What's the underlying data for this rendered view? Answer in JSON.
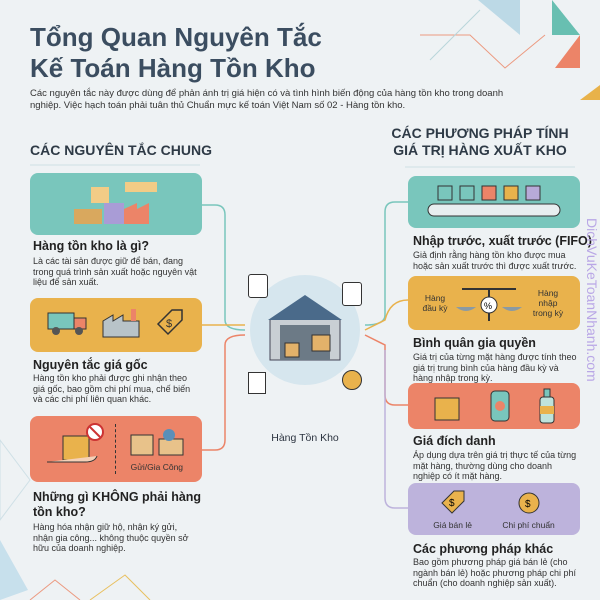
{
  "title_line1": "Tổng Quan Nguyên Tắc",
  "title_line2": "Kế Toán Hàng Tồn Kho",
  "subtitle": "Các nguyên tắc này được dùng để phản ánh trị giá hiện có và tình hình biến động của hàng tồn kho trong doanh nghiệp. Việc hạch toán phải tuân thủ Chuẩn mực kế toán Việt Nam số 02 - Hàng tồn kho.",
  "left": {
    "heading": "CÁC NGUYÊN TẮC CHUNG",
    "items": [
      {
        "title": "Hàng tồn kho là gì?",
        "desc": "Là các tài sản được giữ để bán, đang trong quá trình sản xuất hoặc nguyên vật liệu để sản xuất.",
        "color": "#79c6bc"
      },
      {
        "title": "Nguyên tắc giá gốc",
        "desc": "Hàng tồn kho phải được ghi nhận theo giá gốc, bao gồm chi phí mua, chế biến và các chi phí liên quan khác.",
        "color": "#e9b24c"
      },
      {
        "title": "Những gì KHÔNG phải hàng tồn kho?",
        "desc": "Hàng hóa nhận giữ hộ, nhận ký gửi, nhận gia công... không thuộc quyền sở hữu của doanh nghiệp.",
        "color": "#ec8468",
        "icon_label": "Gửi/Gia Công"
      }
    ]
  },
  "center": {
    "label": "Hàng Tồn Kho"
  },
  "right": {
    "heading_line1": "CÁC PHƯƠNG PHÁP TÍNH",
    "heading_line2": "GIÁ TRỊ HÀNG XUẤT KHO",
    "items": [
      {
        "title": "Nhập trước, xuất trước (FIFO)",
        "desc": "Giả định rằng hàng tồn kho được mua hoặc sản xuất trước thì được xuất trước.",
        "color": "#79c6bc"
      },
      {
        "title": "Bình quân gia quyền",
        "desc": "Giá trị của từng mặt hàng được tính theo giá trị trung bình của hàng đầu kỳ và hàng nhập trong kỳ.",
        "color": "#e9b24c",
        "label_left": "Hàng đầu kỳ",
        "label_right": "Hàng nhập trong kỳ"
      },
      {
        "title": "Giá đích danh",
        "desc": "Áp dụng dựa trên giá trị thực tế của từng mặt hàng, thường dùng cho doanh nghiệp có ít mặt hàng.",
        "color": "#ec8468"
      },
      {
        "title": "Các phương pháp khác",
        "desc": "Bao gồm phương pháp giá bán lẻ (cho ngành bán lẻ) hoặc phương pháp chi phí chuẩn (cho doanh nghiệp sản xuất).",
        "color": "#bdb3dc",
        "label_left": "Giá bán lẻ",
        "label_right": "Chi phí chuẩn"
      }
    ]
  },
  "watermark": "DichVuKeToanNhanh.com"
}
